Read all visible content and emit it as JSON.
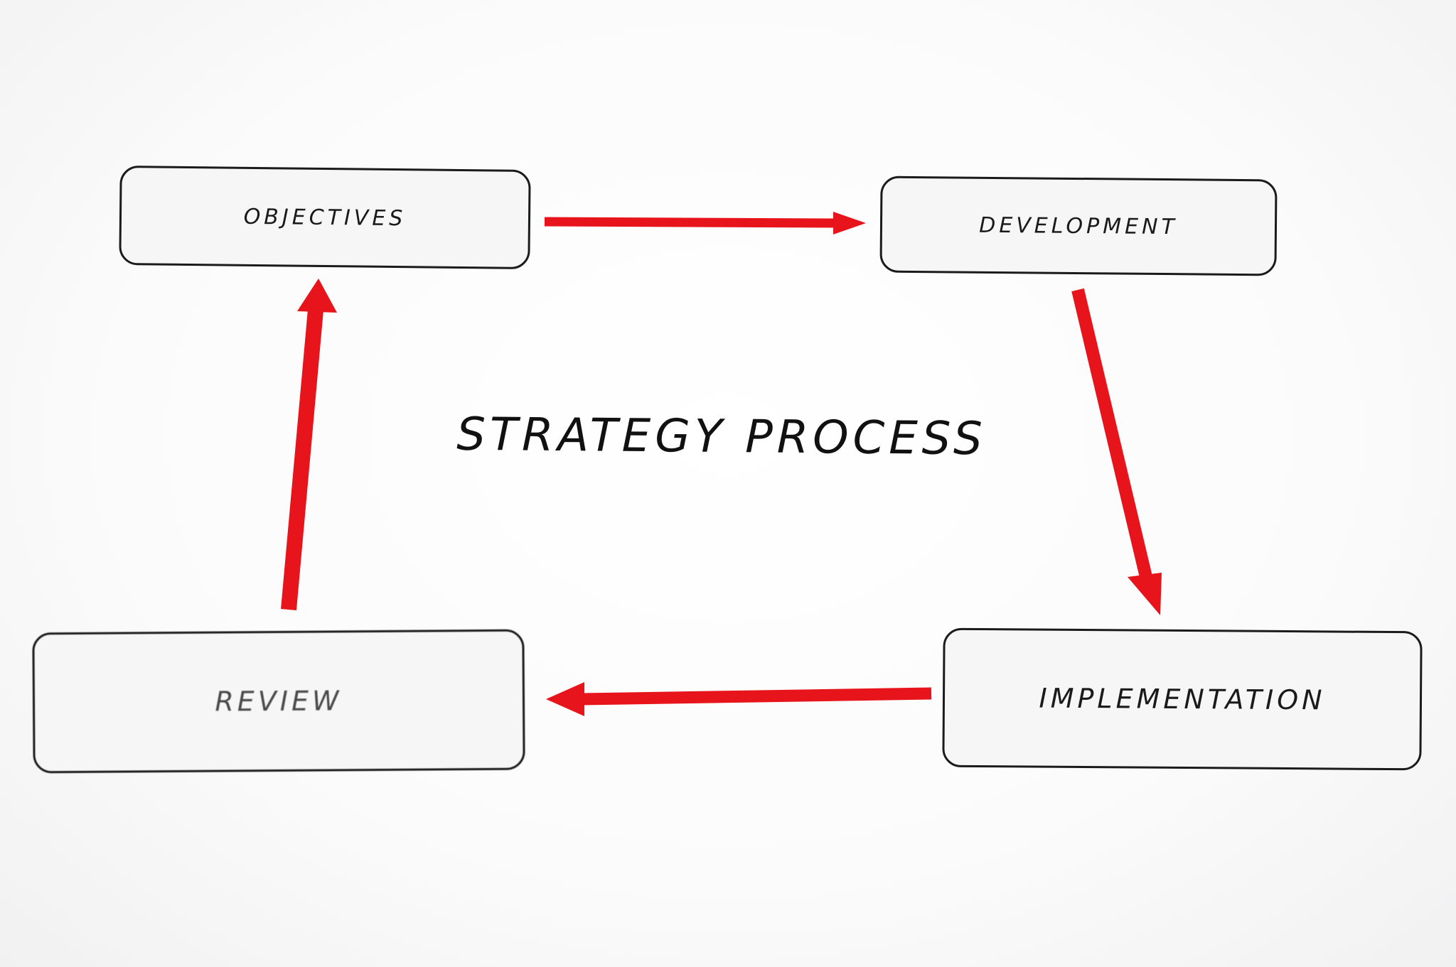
{
  "diagram": {
    "title": "STRATEGY PROCESS",
    "nodes": [
      {
        "id": "objectives",
        "label": "OBJECTIVES"
      },
      {
        "id": "development",
        "label": "DEVELOPMENT"
      },
      {
        "id": "implementation",
        "label": "IMPLEMENTATION"
      },
      {
        "id": "review",
        "label": "REVIEW"
      }
    ],
    "edges": [
      {
        "from": "objectives",
        "to": "development"
      },
      {
        "from": "development",
        "to": "implementation"
      },
      {
        "from": "implementation",
        "to": "review"
      },
      {
        "from": "review",
        "to": "objectives"
      }
    ],
    "colors": {
      "arrow": "#e8141b",
      "box_border": "#1b1b1b",
      "box_fill": "#f6f6f7",
      "text": "#111111"
    }
  }
}
